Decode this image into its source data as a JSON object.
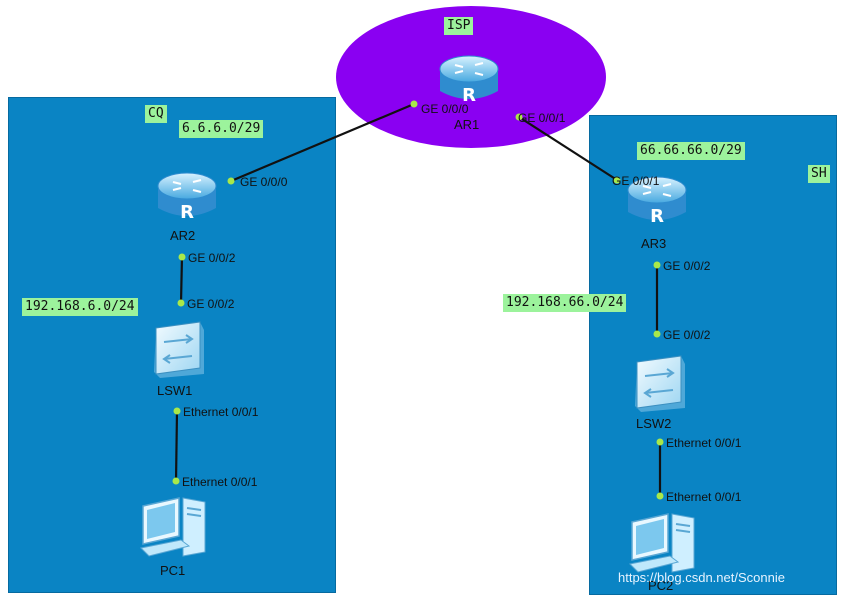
{
  "zones": {
    "cq": "CQ",
    "sh": "SH",
    "isp": "ISP"
  },
  "subnets": {
    "cq_wan": "6.6.6.0/29",
    "sh_wan": "66.66.66.0/29",
    "cq_lan": "192.168.6.0/24",
    "sh_lan": "192.168.66.0/24"
  },
  "devices": {
    "ar1": "AR1",
    "ar2": "AR2",
    "ar3": "AR3",
    "lsw1": "LSW1",
    "lsw2": "LSW2",
    "pc1": "PC1",
    "pc2": "PC2"
  },
  "ports": {
    "ar1_ge000": "GE 0/0/0",
    "ar1_ge001": "GE 0/0/1",
    "ar2_ge000": "GE 0/0/0",
    "ar2_ge002": "GE 0/0/2",
    "lsw1_ge002": "GE 0/0/2",
    "lsw1_eth001": "Ethernet 0/0/1",
    "pc1_eth001": "Ethernet 0/0/1",
    "ar3_ge001": "GE 0/0/1",
    "ar3_ge002": "GE 0/0/2",
    "lsw2_ge002": "GE 0/0/2",
    "lsw2_eth001": "Ethernet 0/0/1",
    "pc2_eth001": "Ethernet 0/0/1"
  },
  "router_glyph": "R",
  "watermark": "https://blog.csdn.net/Sconnie",
  "colors": {
    "zone": "#0a84c4",
    "isp": "#8a00f2",
    "tag": "#9cf39c",
    "port_dot": "#a8e84a",
    "link": "#111111"
  }
}
